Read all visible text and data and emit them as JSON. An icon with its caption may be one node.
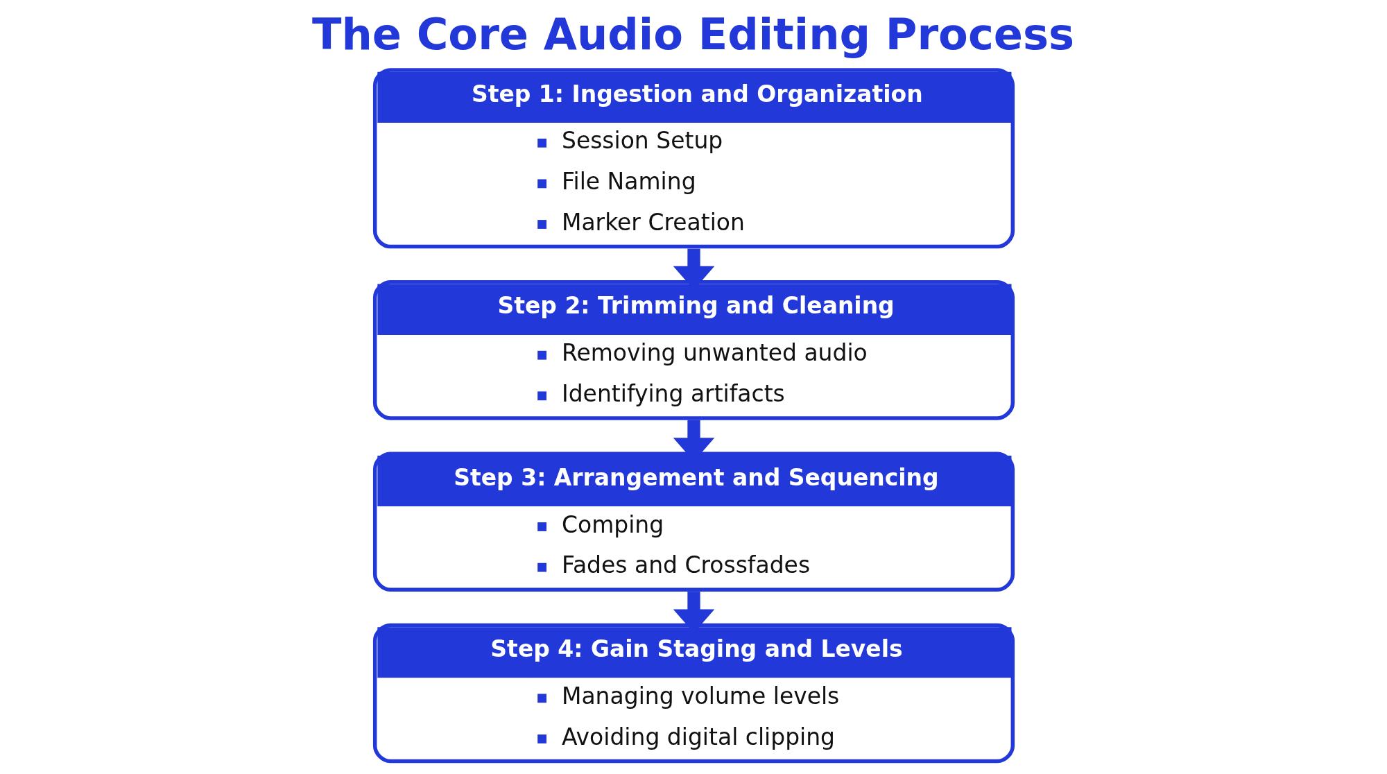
{
  "diagram": {
    "title": "The Core Audio Editing Process",
    "nodes": [
      {
        "text": [
          "Step 1: Ingestion and Organization",
          "Session Setup",
          "File Naming",
          "Marker Creation"
        ]
      },
      {
        "text": [
          "Step 2: Trimming and Cleaning",
          "Removing unwanted audio",
          "Identifying artifacts"
        ]
      },
      {
        "text": [
          "Step 3: Arrangement and Sequencing",
          "Comping",
          "Fades and Crossfades"
        ]
      },
      {
        "text": [
          "Step 4: Gain Staging and Levels",
          "Managing volume levels",
          "Avoiding digital clipping"
        ]
      }
    ],
    "edges": [
      {
        "from": 0,
        "to": 1,
        "arrow": "to"
      },
      {
        "from": 1,
        "to": 2,
        "arrow": "to"
      },
      {
        "from": 2,
        "to": 3,
        "arrow": "to"
      }
    ]
  }
}
